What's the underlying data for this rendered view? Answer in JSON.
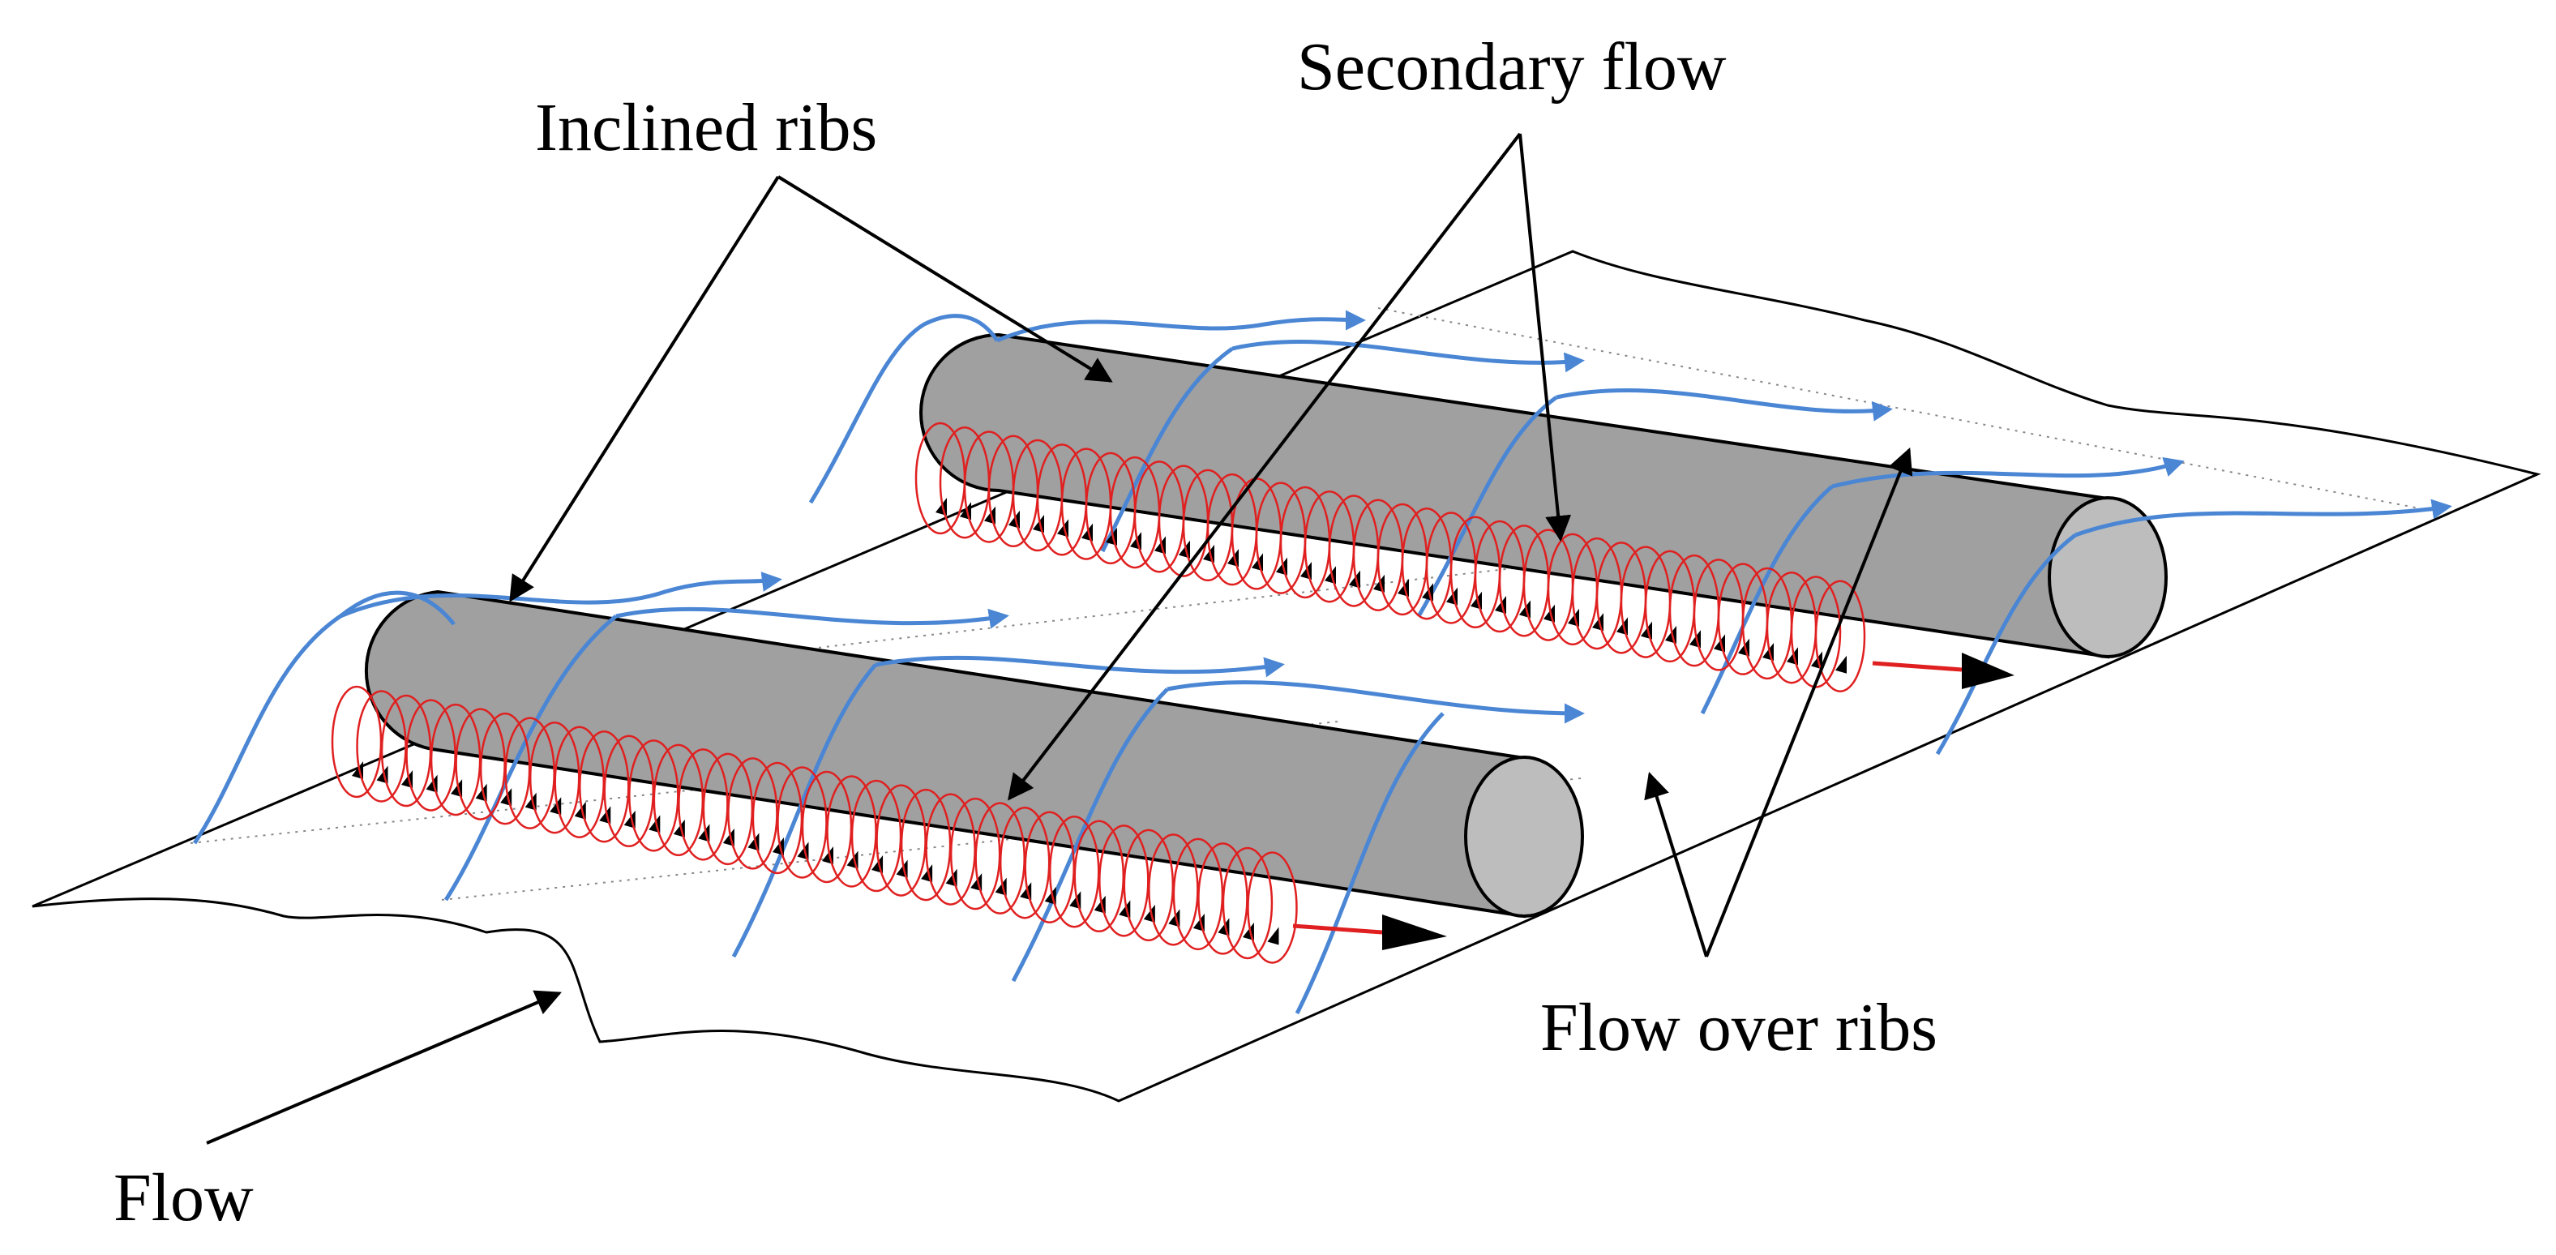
{
  "labels": {
    "inclined_ribs": "Inclined ribs",
    "secondary_flow": "Secondary flow",
    "flow_over_ribs": "Flow over ribs",
    "flow": "Flow"
  },
  "colors": {
    "background": "#ffffff",
    "outline": "#000000",
    "rib_body": "#a0a0a0",
    "rib_end_cap": "#bdbdbd",
    "flow_over_ribs_line": "#4a86d4",
    "secondary_flow_helix": "#e02020",
    "helix_arrowheads": "#000000",
    "streamline_dots": "#888888"
  },
  "ribs": [
    {
      "name": "rib-back"
    },
    {
      "name": "rib-front"
    }
  ]
}
